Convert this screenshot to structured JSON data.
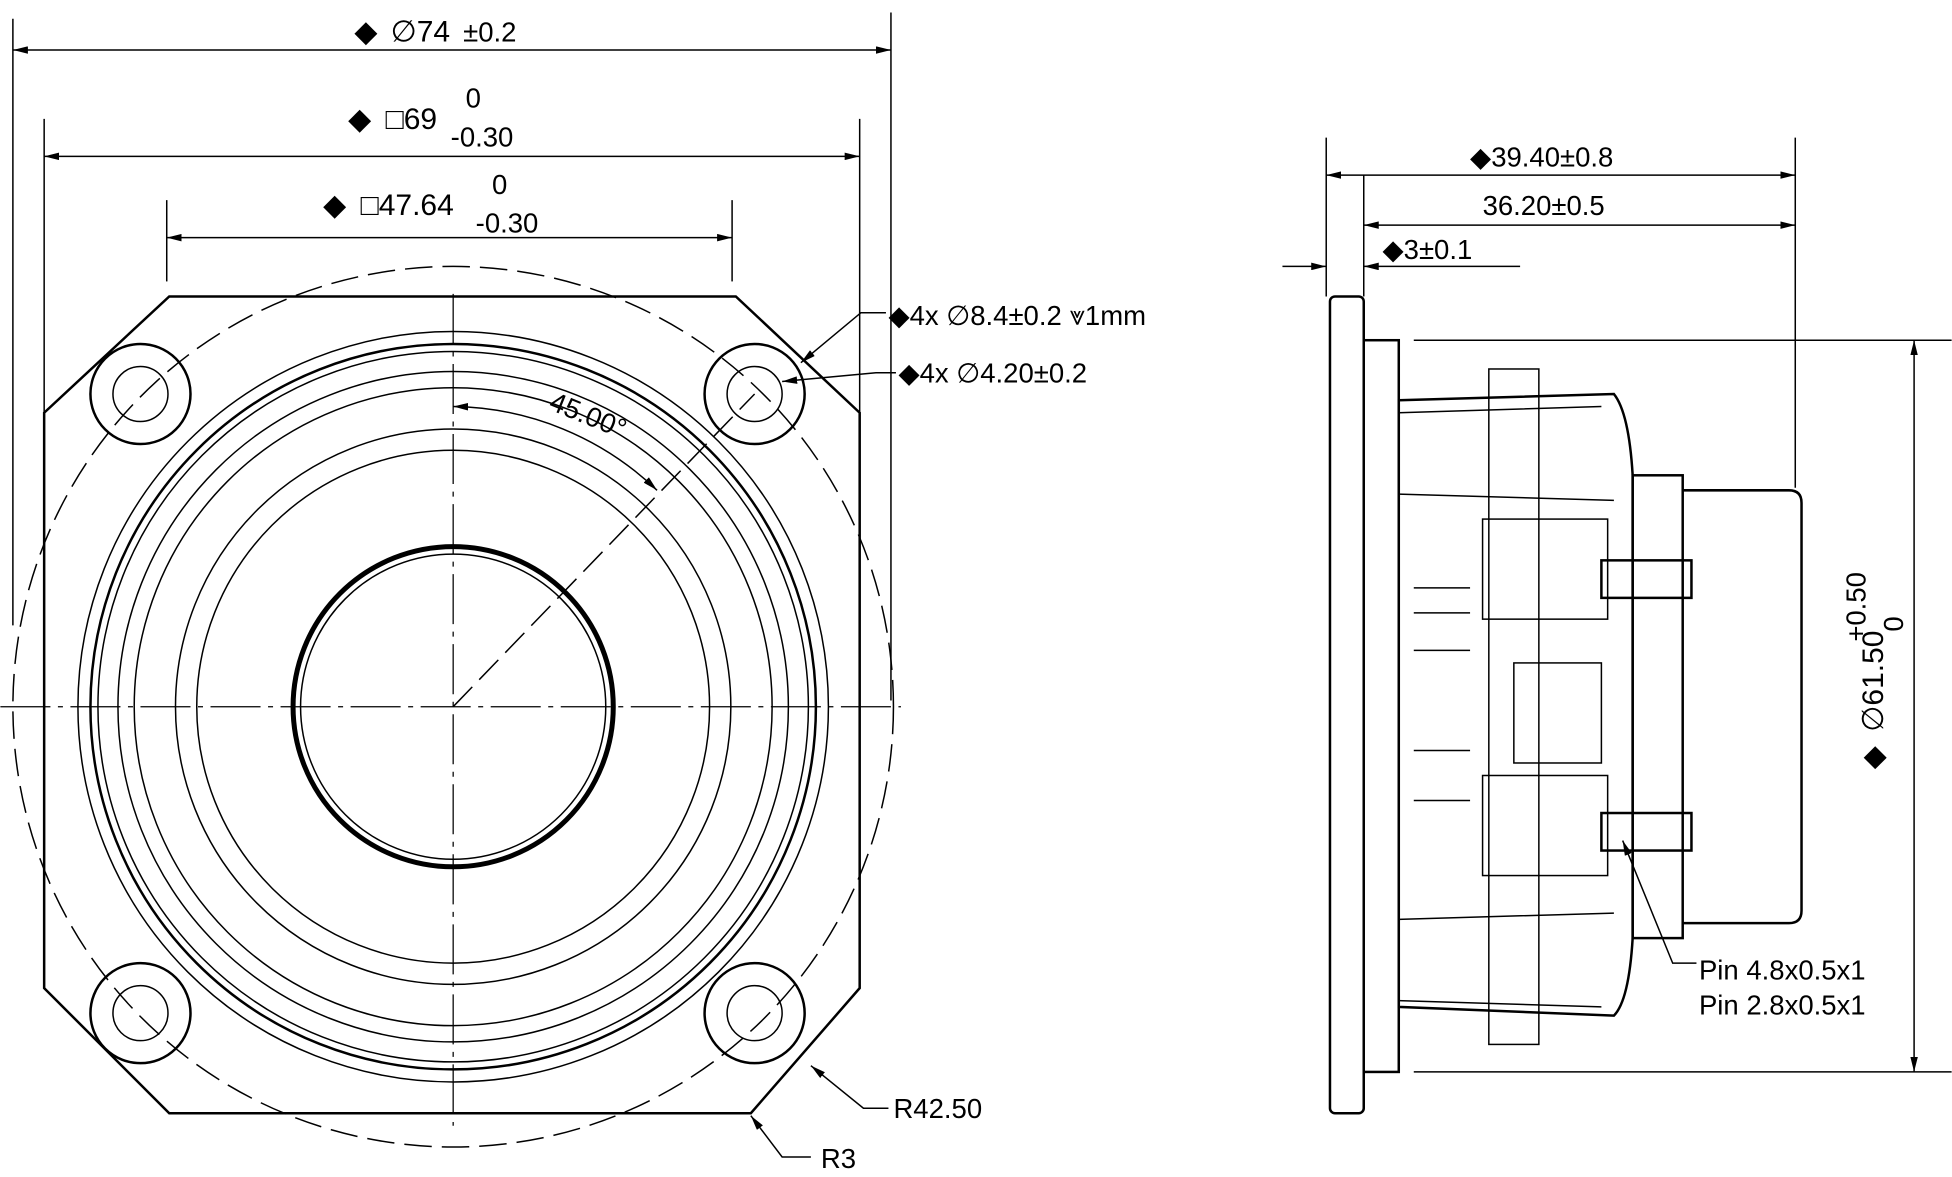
{
  "front_view": {
    "dim_outer_diameter": {
      "symbol": "◆",
      "label": "∅74",
      "tol": "±0.2"
    },
    "dim_square_69": {
      "symbol": "◆",
      "label": "□69",
      "tol_upper": "0",
      "tol_lower": "-0.30"
    },
    "dim_square_47": {
      "symbol": "◆",
      "label": "□47.64",
      "tol_upper": "0",
      "tol_lower": "-0.30"
    },
    "angle": "45.00°",
    "hole_counterbore": "◆4x ∅8.4±0.2 ⩔1mm",
    "hole_through": "◆4x ∅4.20±0.2",
    "radius_large": "R42.50",
    "radius_corner": "R3"
  },
  "side_view": {
    "dim_total_depth": "◆39.40±0.8",
    "dim_body_depth": "36.20±0.5",
    "dim_flange": "◆3±0.1",
    "dim_diameter": {
      "symbol": "◆",
      "label": "∅61.50",
      "tol_upper": "+0.50",
      "tol_lower": "0"
    },
    "pin_labels": [
      "Pin 4.8x0.5x1",
      "Pin 2.8x0.5x1"
    ]
  }
}
